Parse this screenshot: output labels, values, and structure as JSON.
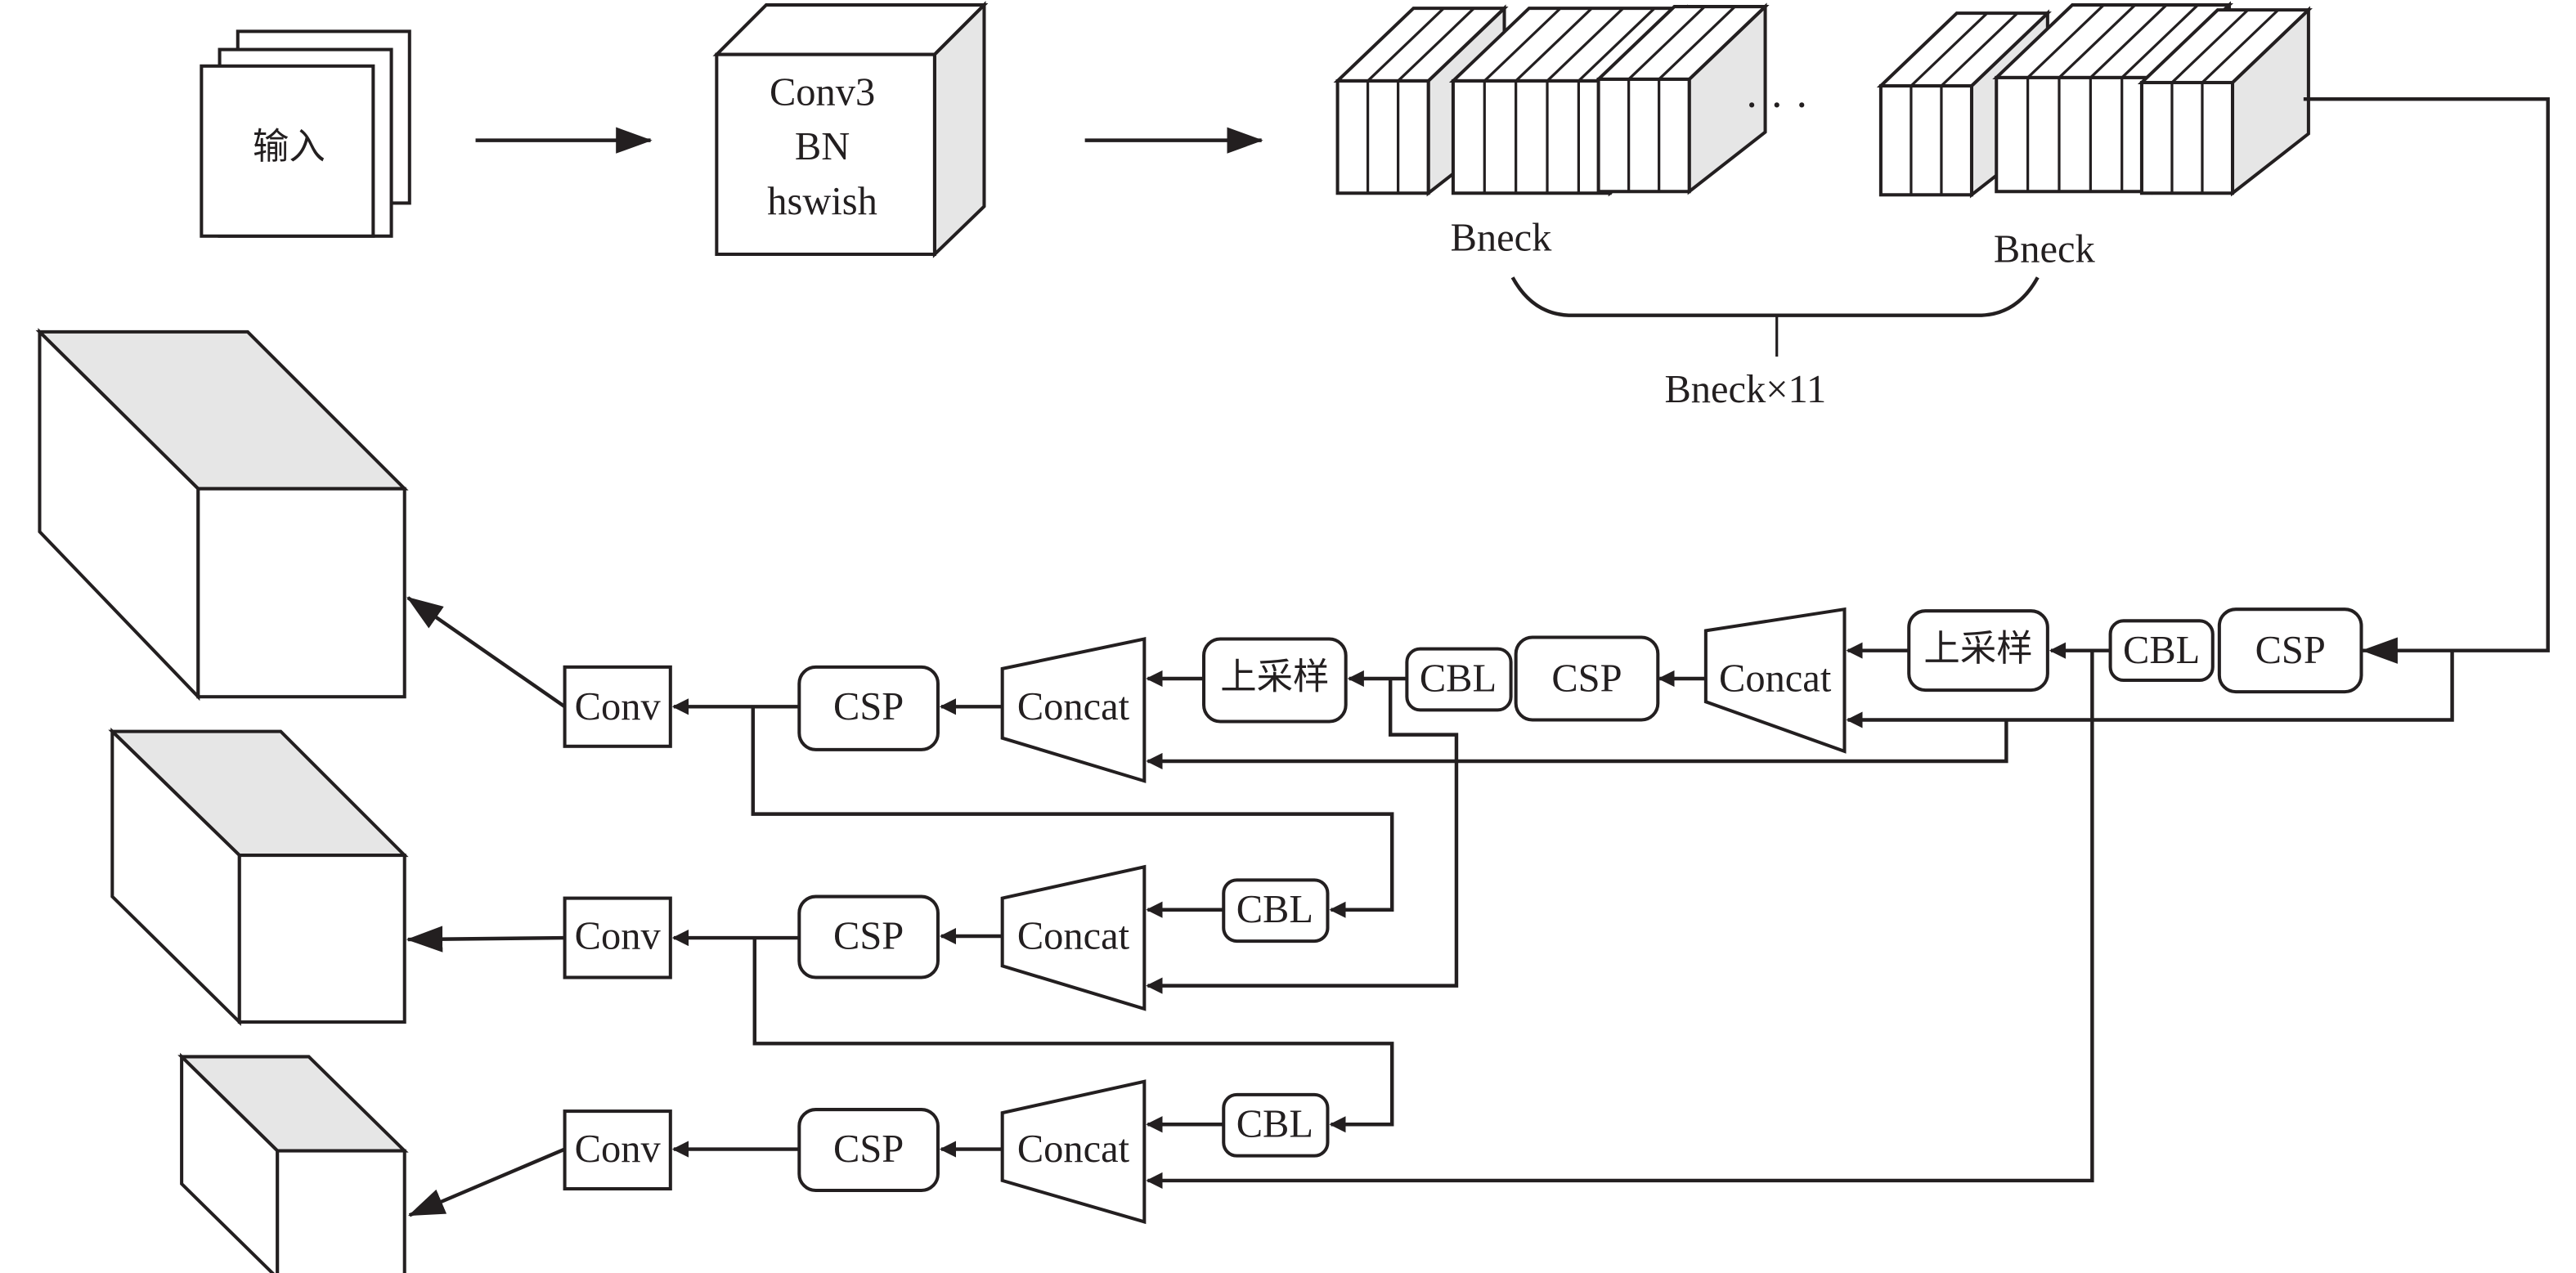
{
  "diagram": {
    "title": "MobileNetV3 backbone + YOLO-style neck/head architecture",
    "colors": {
      "stroke": "#231f20",
      "face_fill": "#ffffff",
      "shade_fill": "#e6e6e6"
    },
    "backbone": {
      "input_label": "输入",
      "stem_lines": [
        "Conv3",
        "BN",
        "hswish"
      ],
      "bneck_label_left": "Bneck",
      "bneck_label_right": "Bneck",
      "ellipsis": "· · ·",
      "bneck_group_label": "Bneck×11",
      "bneck_blocks": [
        {
          "slices": 3
        },
        {
          "slices": 5
        },
        {
          "slices": 3
        },
        {
          "slices": 3
        },
        {
          "slices": 5
        },
        {
          "slices": 3
        }
      ]
    },
    "neck": {
      "row1": {
        "csp": "CSP",
        "cbl": "CBL",
        "upsample": "上采样",
        "concat": "Concat"
      },
      "row2": {
        "csp": "CSP",
        "cbl": "CBL",
        "upsample": "上采样",
        "concat": "Concat"
      },
      "head_rows": [
        {
          "conv": "Conv",
          "csp": "CSP",
          "concat": "Concat",
          "cbl": null
        },
        {
          "conv": "Conv",
          "csp": "CSP",
          "concat": "Concat",
          "cbl": "CBL"
        },
        {
          "conv": "Conv",
          "csp": "CSP",
          "concat": "Concat",
          "cbl": "CBL"
        }
      ]
    },
    "outputs": [
      {
        "name": "large-scale-output"
      },
      {
        "name": "medium-scale-output"
      },
      {
        "name": "small-scale-output"
      }
    ]
  }
}
